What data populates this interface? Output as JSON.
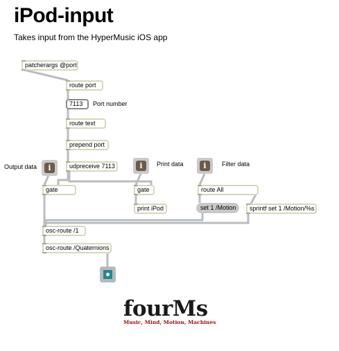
{
  "header": {
    "title": "iPod-input",
    "subtitle": "Takes input from the HyperMusic iOS app"
  },
  "objects": {
    "patcherargs": "patcherargs @port",
    "route_port": "route port",
    "port_number": "7113",
    "route_text": "route text",
    "prepend_port": "prepend port",
    "udpreceive": "udpreceive 7113",
    "gate_output": "gate",
    "gate_print": "gate",
    "print_ipod": "print iPod",
    "route_all": "route All",
    "set_motion": "set 1 /Motion",
    "sprintf": "sprintf set 1 /Motion/%s",
    "osc_route_1": "osc-route /1",
    "osc_route_quat": "osc-route /Quaternions"
  },
  "labels": {
    "port_number": "Port number",
    "output_data": "Output data",
    "print_data": "Print data",
    "filter_data": "Filter data"
  },
  "toggles": {
    "glyph": "i"
  },
  "logo": {
    "word": "fourMs",
    "tagline": "Music, Mind, Motion, Machines"
  },
  "colors": {
    "object_border": "#d5d8bb",
    "patch_cord": "#b9bdbf",
    "toggle_bg": "#6d5a48",
    "bang_fill": "#1e8a92",
    "logo_tagline": "#a01212"
  }
}
